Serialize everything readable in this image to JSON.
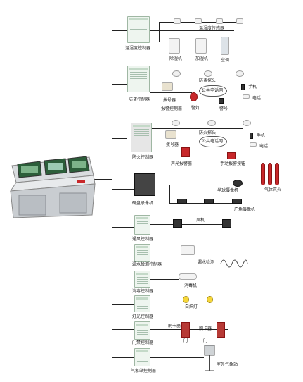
{
  "labels": {
    "humidity_controller": "温湿度控制器",
    "humidity_sensor": "温湿度传感器",
    "dehumidifier": "除湿机",
    "humidifier": "加湿机",
    "air_conditioner": "空调",
    "burglar_probe": "防盗探头",
    "burglar_controller": "防盗控制器",
    "dialer_1": "拨号器",
    "alarm_controller": "报警控制器",
    "public_phone_net_1": "公共电话网",
    "phone_1": "手机",
    "telephone_1": "电话",
    "alarm_light": "警灯",
    "siren": "警号",
    "fire_probe": "防火探头",
    "fire_controller": "防火控制器",
    "dialer_2": "拨号器",
    "public_phone_net_2": "公共电话网",
    "phone_2": "手机",
    "telephone_2": "电话",
    "sound_light_alarm": "声光报警器",
    "manual_alarm_button": "手动报警按钮",
    "gas_extinguish": "气体灭火",
    "dvr": "硬盘录像机",
    "hemisphere_camera": "半球摄像机",
    "wide_angle_camera": "广角摄像机",
    "fan": "风机",
    "ventilation_controller": "通风控制器",
    "leak_detect": "漏水检测",
    "leak_controller": "漏水检测控制器",
    "disinfector": "消毒机",
    "disinfect_controller": "消毒控制器",
    "incandescent": "白炽灯",
    "light_controller": "灯光控制器",
    "card_reader_1": "刷卡器",
    "card_reader_2": "刷卡器",
    "door_1": "门",
    "door_2": "门",
    "access_controller": "门禁控制器",
    "outdoor_weather": "室外气象站",
    "weather_controller": "气象站控制器"
  },
  "colors": {
    "line": "#222222",
    "controller": "#eef5ef",
    "alarm_red": "#c8272a",
    "console": "#cfd3d6",
    "screen": "#2c5e3a"
  }
}
